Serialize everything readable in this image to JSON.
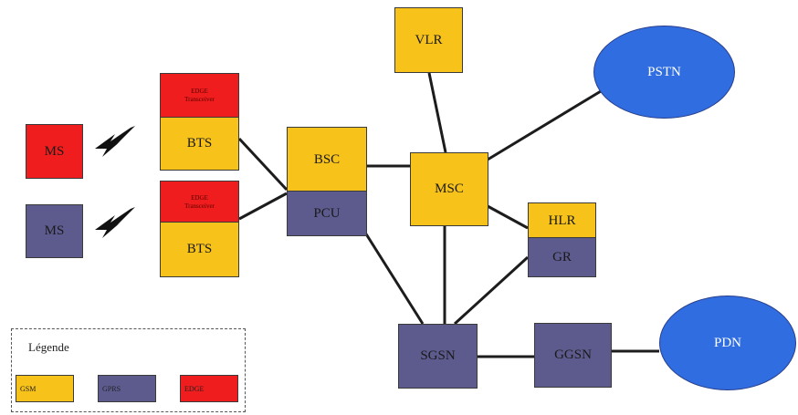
{
  "nodes": {
    "ms_edge": "MS",
    "ms_gprs": "MS",
    "bts_1": "BTS",
    "bts_2": "BTS",
    "edge_1_line1": "EDGE",
    "edge_1_line2": "Transceiver",
    "edge_2_line1": "EDGE",
    "edge_2_line2": "Transceiver",
    "bsc": "BSC",
    "pcu": "PCU",
    "vlr": "VLR",
    "msc": "MSC",
    "pstn": "PSTN",
    "hlr": "HLR",
    "gr": "GR",
    "sgsn": "SGSN",
    "ggsn": "GGSN",
    "pdn": "PDN"
  },
  "legend": {
    "title": "Légende",
    "gsm": "GSM",
    "gprs": "GPRS",
    "edge": "EDGE"
  },
  "colors": {
    "gsm": "#f7c21a",
    "gprs": "#5d5b8e",
    "edge": "#ef1d1d",
    "network": "#2f6de0"
  },
  "icons": {
    "radio_link": "lightning-bolt-icon"
  }
}
